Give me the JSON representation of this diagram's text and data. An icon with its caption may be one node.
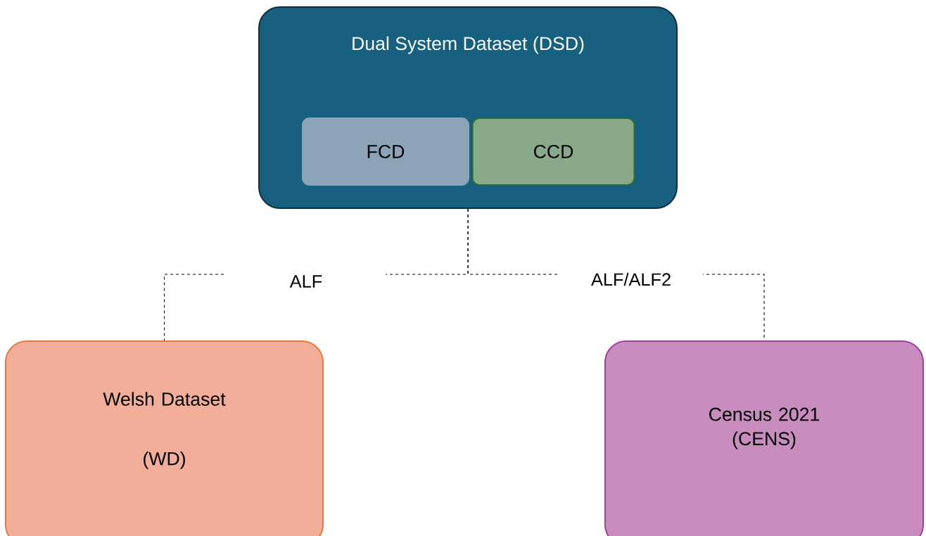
{
  "diagram": {
    "nodes": [
      {
        "text": [
          "Dual System Dataset (DSD)"
        ]
      },
      {
        "text": [
          "FCD"
        ],
        "in": 0
      },
      {
        "text": [
          "CCD"
        ],
        "in": 0
      },
      {
        "text": [
          "Welsh Dataset",
          "(WD)"
        ]
      },
      {
        "text": [
          "Census 2021 (CENS)"
        ]
      }
    ],
    "edges": [
      {
        "from": 0,
        "to": 3,
        "arrow": "none",
        "label": "ALF",
        "style": "dashed"
      },
      {
        "from": 0,
        "to": 4,
        "arrow": "none",
        "label": "ALF/ALF2",
        "style": "dashed"
      }
    ]
  }
}
